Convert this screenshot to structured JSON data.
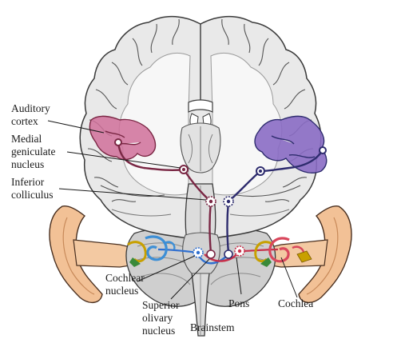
{
  "labels": {
    "auditory_cortex": [
      "Auditory",
      "cortex"
    ],
    "medial_geniculate": [
      "Medial",
      "geniculate",
      "nucleus"
    ],
    "inferior_colliculus": [
      "Inferior",
      "colliculus"
    ],
    "cochlear_nucleus": [
      "Cochlear",
      "nucleus"
    ],
    "superior_olivary": [
      "Superior",
      "olivary",
      "nucleus"
    ],
    "brainstem": "Brainstem",
    "pons": "Pons",
    "cochlea": "Cochlea"
  },
  "colors": {
    "left_pathway": "#7a2744",
    "right_pathway": "#2e2c6e",
    "left_cortex_fill": "#d0709a",
    "right_cortex_fill": "#8a6cc4",
    "cochlea_left": "#3d8fd6",
    "cochlea_right": "#d9475c",
    "cross_blue": "#2f6fd0",
    "cross_red": "#c8304a",
    "ear_fill": "#f2c196",
    "brain_fill": "#e9e9e9",
    "white_matter": "#f7f7f7",
    "outline": "#3a3a3a"
  }
}
